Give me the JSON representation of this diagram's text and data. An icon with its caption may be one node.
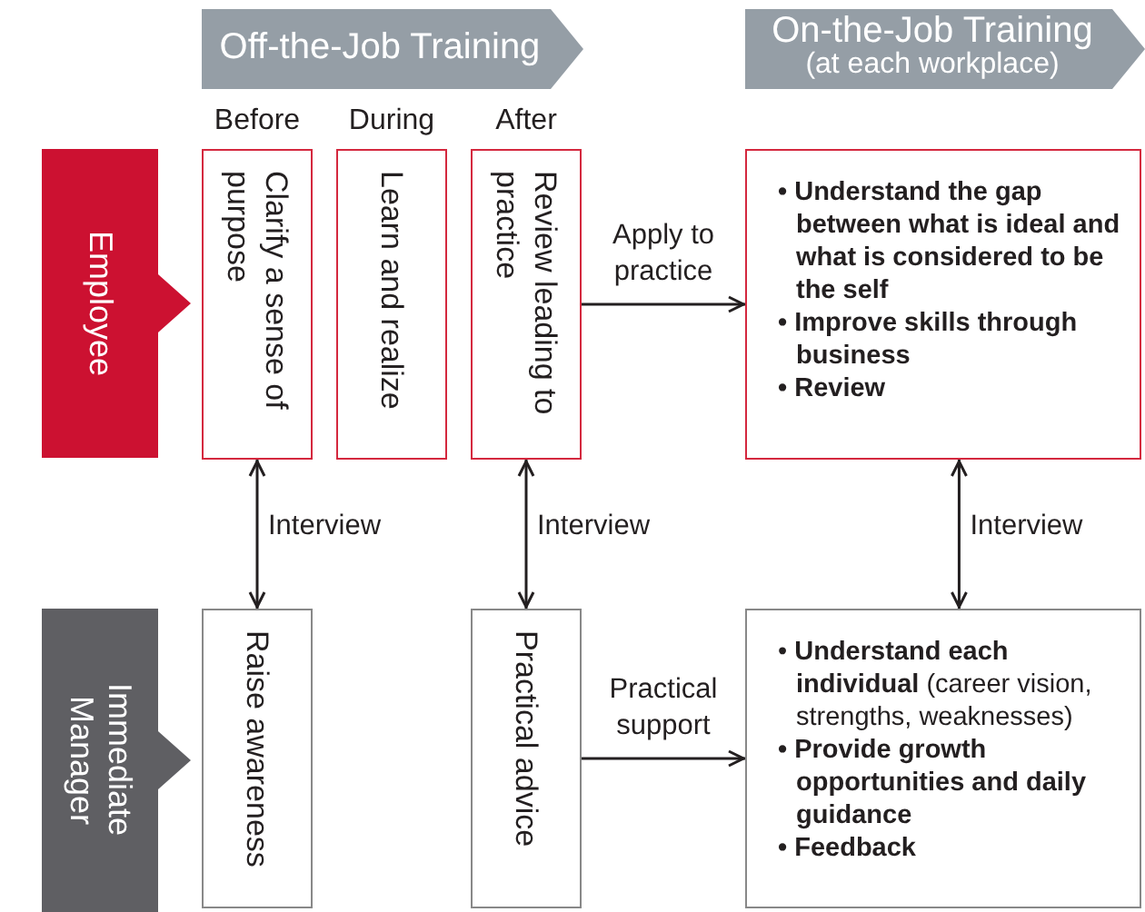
{
  "diagram": {
    "nodes": [
      {
        "text": [
          "Off-the-Job Training"
        ]
      },
      {
        "text": [
          "On-the-Job Training",
          "(at each workplace)"
        ]
      },
      {
        "text": [
          "Employee"
        ]
      },
      {
        "text": [
          "Clarify a sense of purpose"
        ],
        "beside": [
          "Before"
        ]
      },
      {
        "text": [
          "Learn and realize"
        ],
        "beside": [
          "During"
        ]
      },
      {
        "text": [
          "Review leading to practice"
        ],
        "beside": [
          "After"
        ]
      },
      {
        "text": [
          "• Understand the gap between what is ideal and what is considered to be the self",
          "• Improve skills through business",
          "• Review"
        ]
      },
      {
        "text": [
          "Immediate Manager"
        ]
      },
      {
        "text": [
          "Raise awareness"
        ]
      },
      {
        "text": [
          "Practical advice"
        ]
      },
      {
        "text": [
          "• **Understand each individual** (career vision, strengths, weaknesses)",
          "• Provide growth opportunities and daily guidance",
          "• Feedback"
        ]
      }
    ],
    "edges": [
      {
        "from": 3,
        "to": 8,
        "arrow": "both",
        "label": "Interview"
      },
      {
        "from": 5,
        "to": 9,
        "arrow": "both",
        "label": "Interview"
      },
      {
        "from": 6,
        "to": 10,
        "arrow": "both",
        "label": "Interview"
      },
      {
        "from": 5,
        "to": 6,
        "arrow": "to",
        "label": "Apply to practice"
      },
      {
        "from": 9,
        "to": 10,
        "arrow": "to",
        "label": "Practical support"
      }
    ]
  }
}
